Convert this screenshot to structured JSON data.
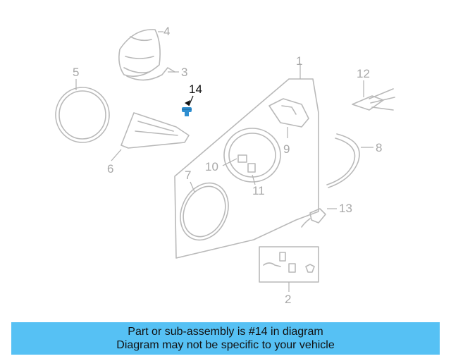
{
  "diagram": {
    "callouts": [
      "1",
      "2",
      "3",
      "4",
      "5",
      "6",
      "7",
      "8",
      "9",
      "10",
      "11",
      "12",
      "13",
      "14"
    ],
    "highlighted_part": "14"
  },
  "banner": {
    "line1": "Part or sub-assembly is #14 in diagram",
    "line2": "Diagram may not be specific to your vehicle"
  },
  "colors": {
    "banner_bg": "#56c1f4",
    "highlight_part": "#2f8fd1",
    "line_art": "#b9b9b9"
  }
}
